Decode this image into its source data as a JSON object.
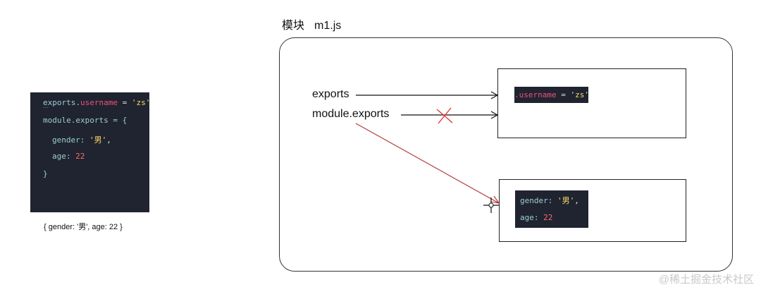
{
  "code_panel": {
    "line1": {
      "obj": "exports.",
      "prop": "username",
      "op": " = ",
      "str": "'zs'"
    },
    "line2": {
      "text": "module.exports = {"
    },
    "line3": {
      "key": "gender: ",
      "str": "'男'",
      "comma": ","
    },
    "line4": {
      "key": "age: ",
      "num": "22"
    },
    "line5": {
      "text": "}"
    }
  },
  "result_text": "{ gender: '男', age: 22 }",
  "module_title": {
    "label": "模块",
    "file": "m1.js"
  },
  "labels": {
    "exports": "exports",
    "module_exports": "module.exports"
  },
  "obj1_code": {
    "prop": ".username",
    "op": " = ",
    "str": "'zs'"
  },
  "obj2_code": {
    "line1": {
      "key": "gender: ",
      "str": "'男'",
      "comma": ","
    },
    "line2": {
      "key": "age: ",
      "num": "22"
    }
  },
  "watermark": "@稀土掘金技术社区",
  "colors": {
    "panel_bg": "#1f2430",
    "arrow_red": "#b03030",
    "cross_red": "#e03030"
  }
}
